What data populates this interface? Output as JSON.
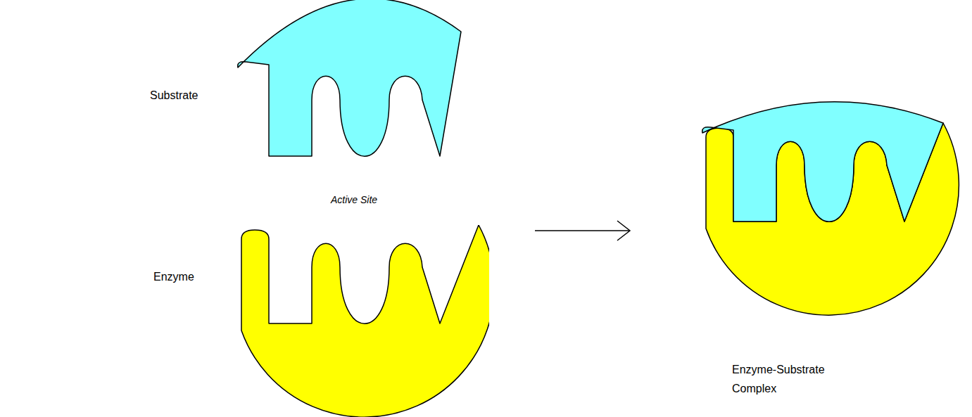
{
  "diagram": {
    "nodes": [
      {
        "text": [
          "Substrate"
        ]
      },
      {
        "text": [
          "Enzyme"
        ]
      },
      {
        "text": [
          "Enzyme-Substrate Complex"
        ]
      }
    ],
    "labels": [
      "Active Site"
    ]
  }
}
